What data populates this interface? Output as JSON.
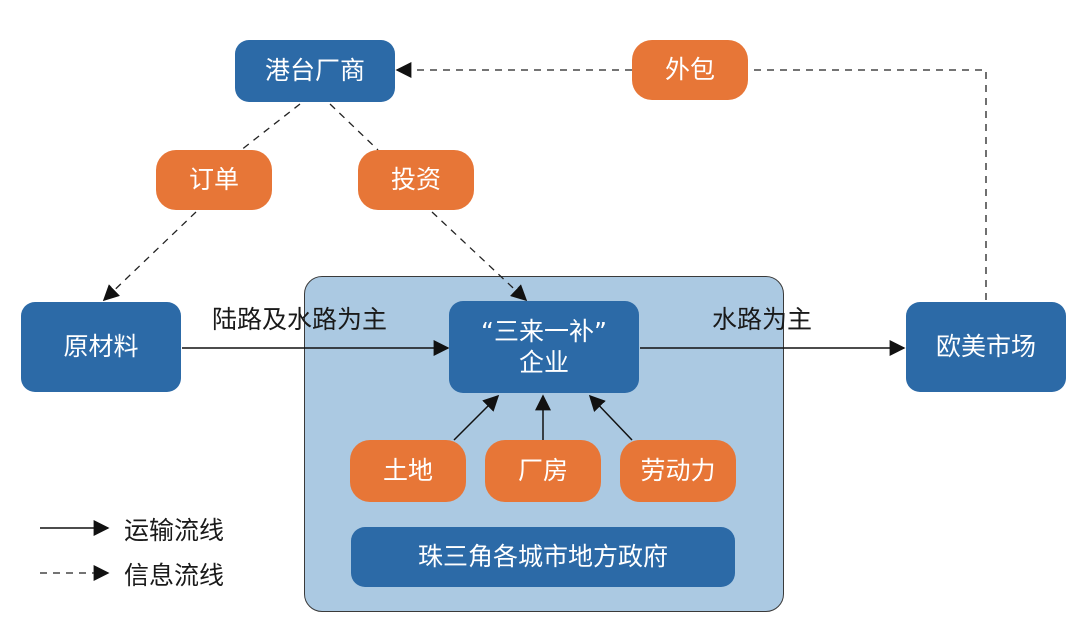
{
  "nodes": {
    "hk_tw": "港台厂商",
    "outsourcing": "外包",
    "orders": "订单",
    "investment": "投资",
    "raw_materials": "原材料",
    "enterprise_line1": "“三来一补”",
    "enterprise_line2": "企业",
    "euro_us_market": "欧美市场",
    "land": "土地",
    "factory": "厂房",
    "labor": "劳动力",
    "government": "珠三角各城市地方政府"
  },
  "edge_labels": {
    "land_and_water": "陆路及水路为主",
    "water": "水路为主"
  },
  "legend": {
    "transport": "运输流线",
    "information": "信息流线"
  },
  "colors": {
    "blue": "#2c6aa7",
    "orange": "#e77637",
    "panel": "#abc9e2"
  }
}
